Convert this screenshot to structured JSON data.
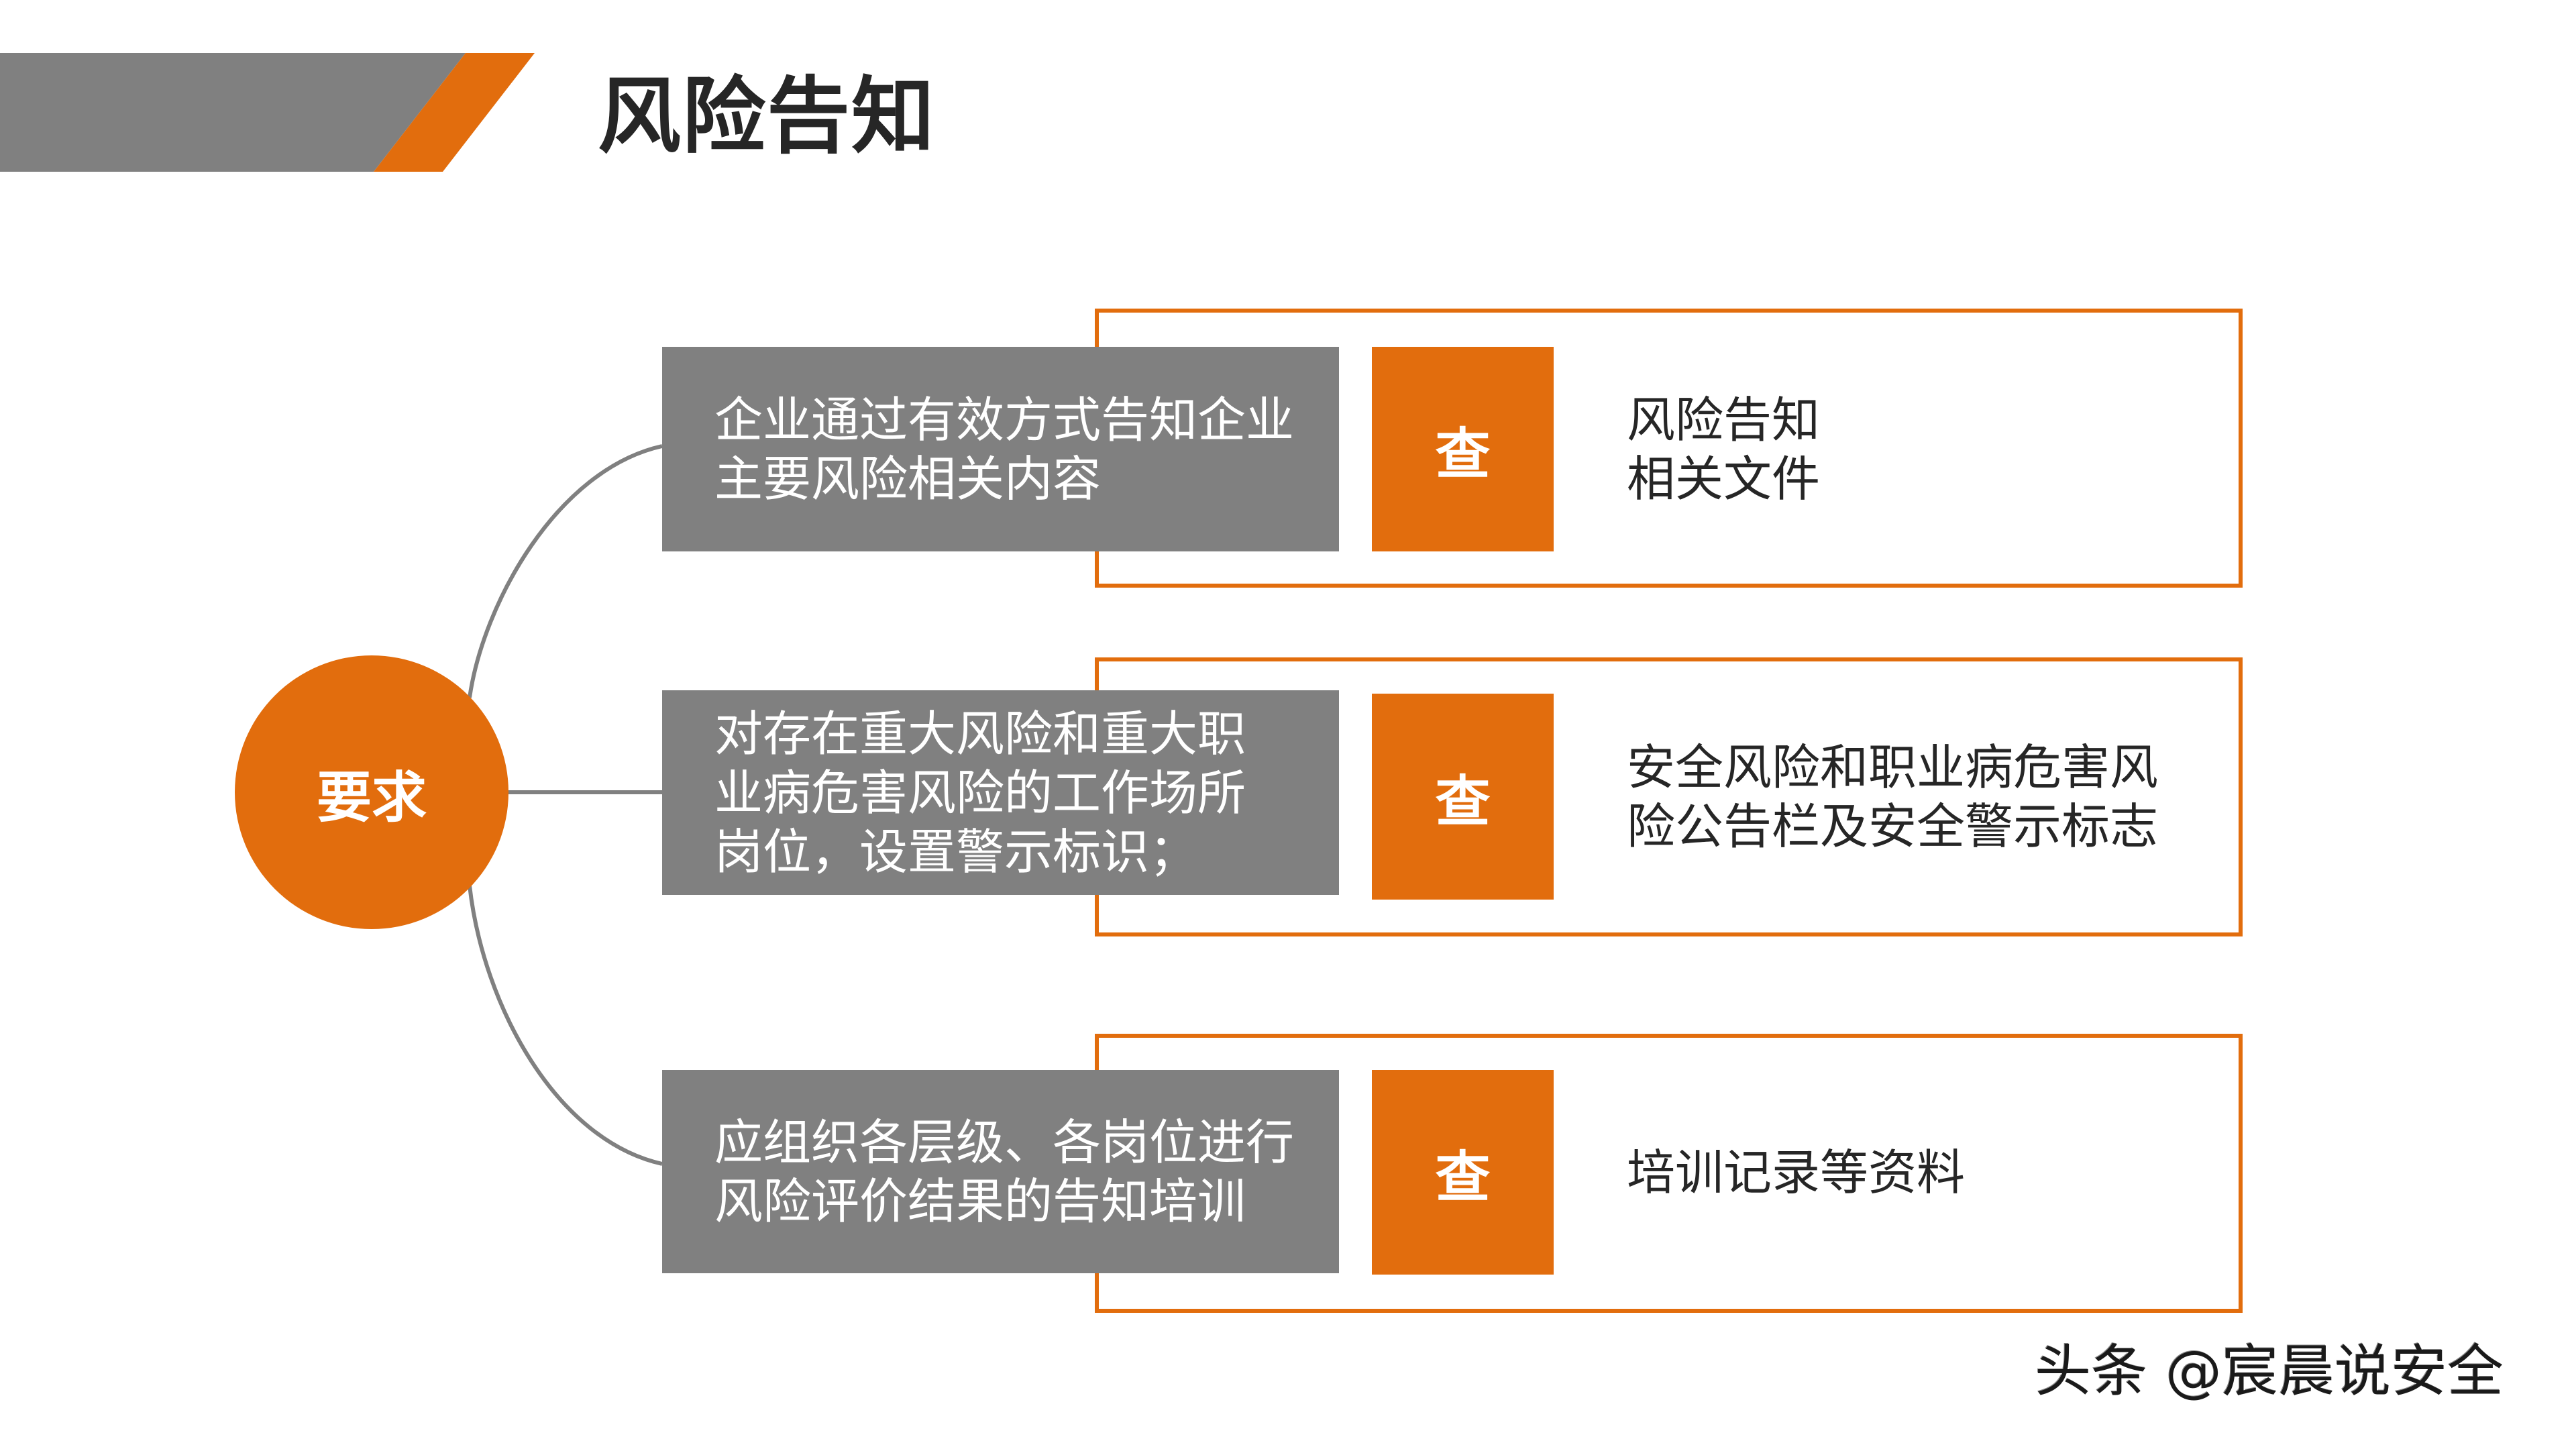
{
  "header": {
    "title": "风险告知",
    "colors": {
      "grey": "#808080",
      "accent": "#e26d0d"
    }
  },
  "hub": {
    "label": "要求"
  },
  "rows": [
    {
      "requirement_lines": [
        "企业通过有效方式告知企业",
        "主要风险相关内容"
      ],
      "check_label": "查",
      "evidence_lines": [
        "风险告知",
        "相关文件"
      ]
    },
    {
      "requirement_lines": [
        "对存在重大风险和重大职",
        "业病危害风险的工作场所",
        "岗位，设置警示标识；"
      ],
      "check_label": "查",
      "evidence_lines": [
        "安全风险和职业病危害风",
        "险公告栏及安全警示标志"
      ]
    },
    {
      "requirement_lines": [
        "应组织各层级、各岗位进行",
        "风险评价结果的告知培训"
      ],
      "check_label": "查",
      "evidence_lines": [
        "培训记录等资料"
      ]
    }
  ],
  "watermark": "头条 @宸晨说安全"
}
